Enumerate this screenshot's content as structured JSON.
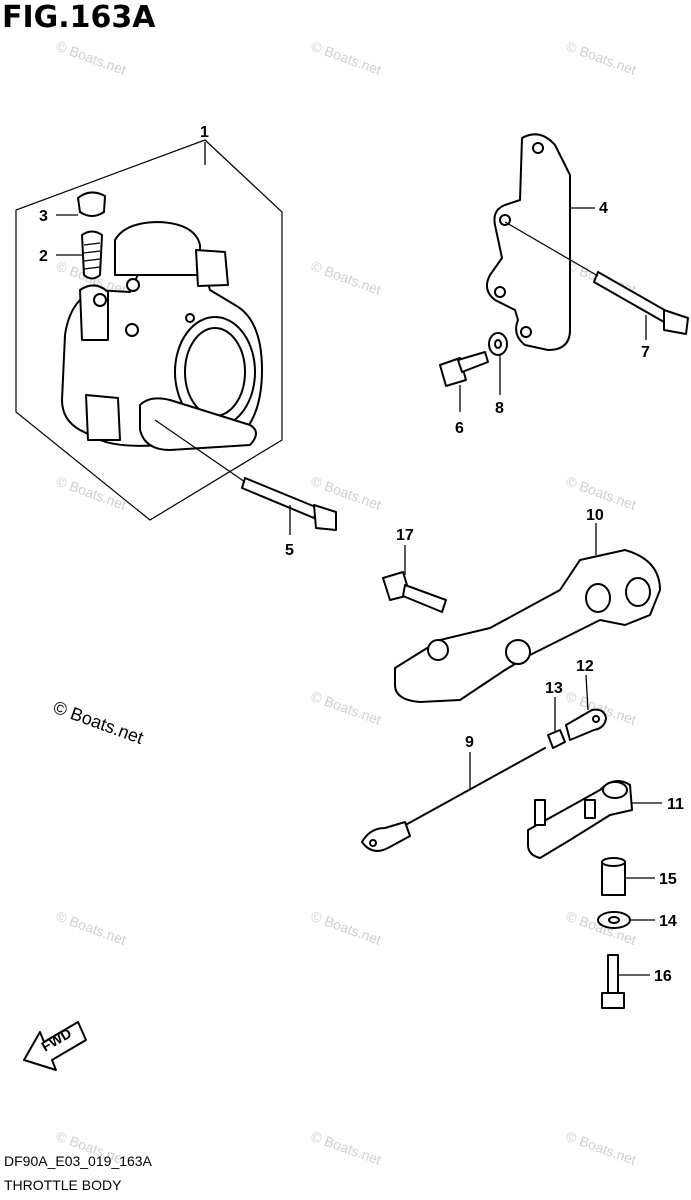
{
  "figure": {
    "title": "FIG.163A",
    "code": "DF90A_E03_019_163A",
    "description": "THROTTLE BODY"
  },
  "watermark": {
    "text": "© Boats.net",
    "copyright_notice": "© Boats.net"
  },
  "forward_arrow": {
    "label": "FWD"
  },
  "callouts": [
    "1",
    "2",
    "3",
    "4",
    "5",
    "6",
    "7",
    "8",
    "9",
    "10",
    "11",
    "12",
    "13",
    "14",
    "15",
    "16",
    "17"
  ]
}
